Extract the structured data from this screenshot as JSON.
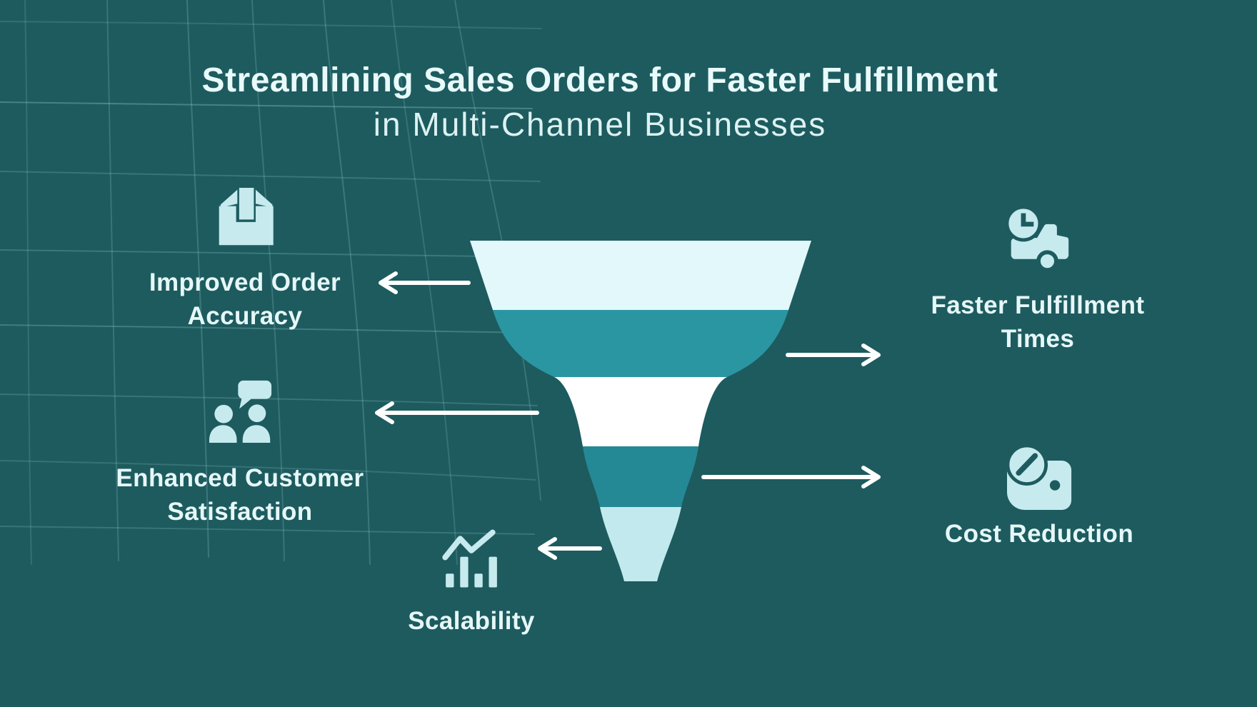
{
  "title": {
    "line1": "Streamlining Sales Orders for Faster Fulfillment",
    "line2": "in Multi-Channel Businesses"
  },
  "benefits": [
    {
      "label": "Improved Order Accuracy",
      "icon": "open-box-icon",
      "side": "left"
    },
    {
      "label": "Enhanced Customer Satisfaction",
      "icon": "customer-chat-icon",
      "side": "left"
    },
    {
      "label": "Scalability",
      "icon": "growth-chart-icon",
      "side": "left"
    },
    {
      "label": "Faster Fulfillment Times",
      "icon": "delivery-truck-clock-icon",
      "side": "right"
    },
    {
      "label": "Cost Reduction",
      "icon": "wallet-discount-icon",
      "side": "right"
    }
  ],
  "funnel": {
    "type": "funnel",
    "stage_count": 5,
    "band_colors": [
      "#e2f8fa",
      "#2a96a2",
      "#ffffff",
      "#248995",
      "#c2e9ed"
    ]
  },
  "colors": {
    "background": "#1d5b5f",
    "grid_line": "#aadddd",
    "heading_text": "#e9fafa",
    "label_text": "#e6f7f7",
    "icon_fill": "#c6eaee",
    "arrow": "#fdfefe"
  }
}
